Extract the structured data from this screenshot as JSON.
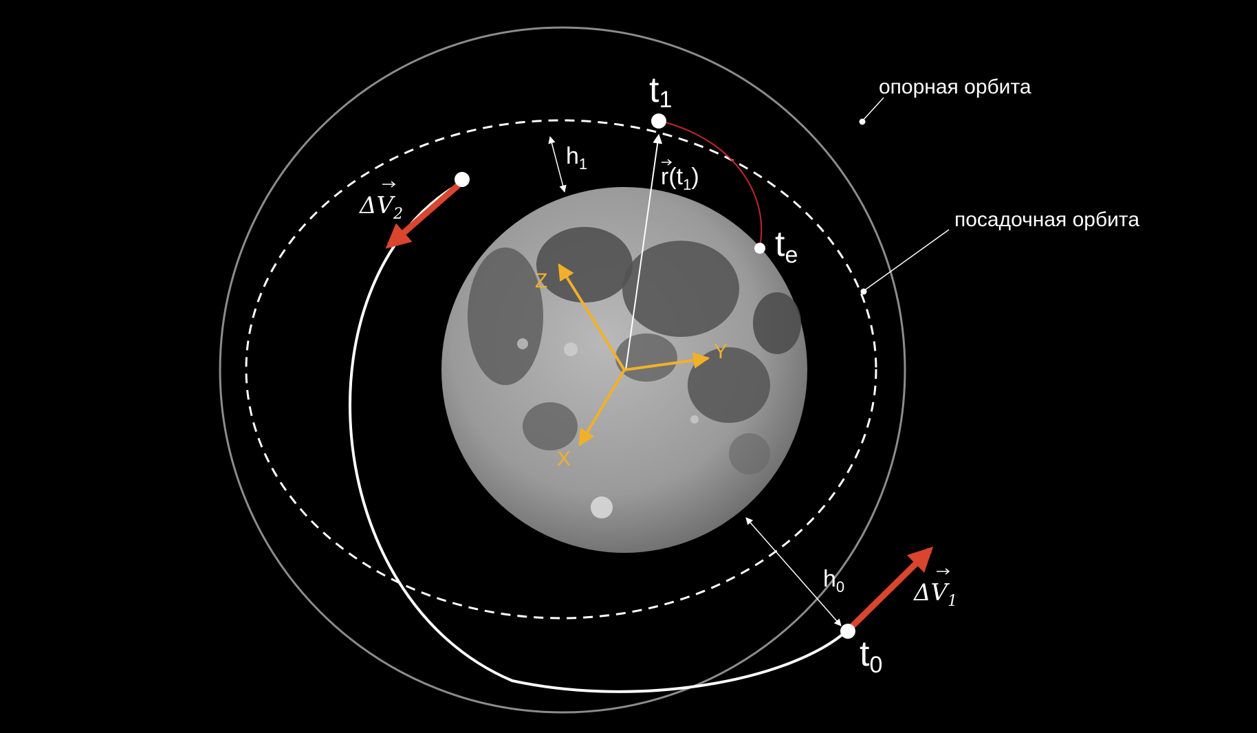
{
  "labels": {
    "reference_orbit": "опорная орбита",
    "landing_orbit": "посадочная орбита",
    "t1": "t",
    "t1_sub": "1",
    "te": "t",
    "te_sub": "e",
    "t0": "t",
    "t0_sub": "0",
    "h1": "h",
    "h1_sub": "1",
    "h0": "h",
    "h0_sub": "0",
    "r_vec": "r(t",
    "r_vec_sub": "1",
    "r_vec_close": ")",
    "dv2": "ΔV",
    "dv2_sub": "2",
    "dv1": "ΔV",
    "dv1_sub": "1",
    "axis_x": "X",
    "axis_y": "Y",
    "axis_z": "Z"
  },
  "colors": {
    "background": "#000000",
    "orbit": "#ffffff",
    "reference_orbit": "#8c8c8c",
    "delta_v": "#d9452f",
    "axes": "#f2b02a",
    "descent_arc": "#c1272d"
  }
}
